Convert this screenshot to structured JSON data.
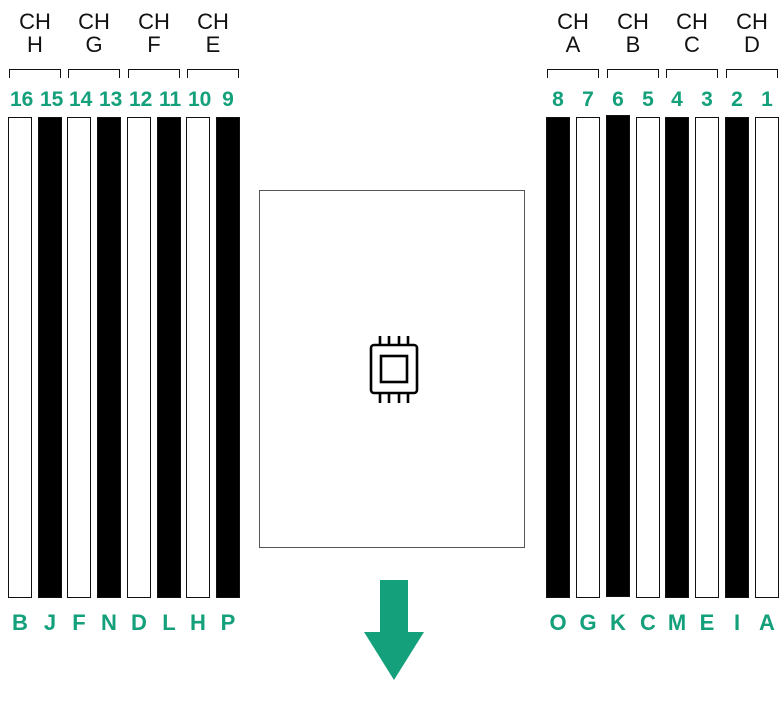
{
  "left_channels": [
    {
      "line1": "CH",
      "line2": "H",
      "slots": [
        {
          "num": "16",
          "color": "white",
          "letter": "B"
        },
        {
          "num": "15",
          "color": "black",
          "letter": "J"
        }
      ]
    },
    {
      "line1": "CH",
      "line2": "G",
      "slots": [
        {
          "num": "14",
          "color": "white",
          "letter": "F"
        },
        {
          "num": "13",
          "color": "black",
          "letter": "N"
        }
      ]
    },
    {
      "line1": "CH",
      "line2": "F",
      "slots": [
        {
          "num": "12",
          "color": "white",
          "letter": "D"
        },
        {
          "num": "11",
          "color": "black",
          "letter": "L"
        }
      ]
    },
    {
      "line1": "CH",
      "line2": "E",
      "slots": [
        {
          "num": "10",
          "color": "white",
          "letter": "H"
        },
        {
          "num": "9",
          "color": "black",
          "letter": "P"
        }
      ]
    }
  ],
  "right_channels": [
    {
      "line1": "CH",
      "line2": "A",
      "slots": [
        {
          "num": "8",
          "color": "black",
          "letter": "O"
        },
        {
          "num": "7",
          "color": "white",
          "letter": "G"
        }
      ]
    },
    {
      "line1": "CH",
      "line2": "B",
      "slots": [
        {
          "num": "6",
          "color": "black",
          "letter": "K"
        },
        {
          "num": "5",
          "color": "white",
          "letter": "C"
        }
      ]
    },
    {
      "line1": "CH",
      "line2": "C",
      "slots": [
        {
          "num": "4",
          "color": "black",
          "letter": "M"
        },
        {
          "num": "3",
          "color": "white",
          "letter": "E"
        }
      ]
    },
    {
      "line1": "CH",
      "line2": "D",
      "slots": [
        {
          "num": "2",
          "color": "black",
          "letter": "I"
        },
        {
          "num": "1",
          "color": "white",
          "letter": "A"
        }
      ]
    }
  ],
  "icons": {
    "processor": "processor-icon",
    "front_arrow": "arrow-down-icon"
  },
  "colors": {
    "accent": "#13a07a",
    "slot_black": "#000000",
    "slot_white": "#ffffff",
    "outline": "#111111"
  }
}
